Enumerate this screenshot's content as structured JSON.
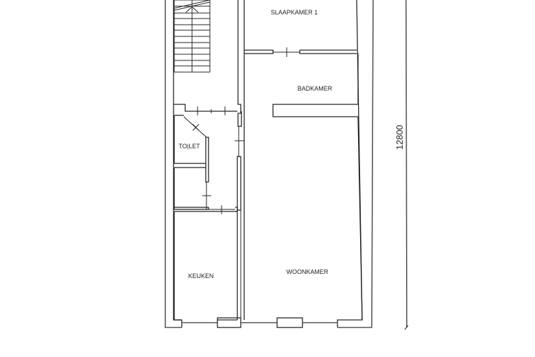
{
  "rooms": {
    "slaapkamer": "SLAAPKAMER 1",
    "badkamer": "BADKAMER",
    "toilet": "TO|LET",
    "keuken": "KEUKEN",
    "woonkamer": "WOONKAMER"
  },
  "dimension": {
    "height_label": "12800"
  },
  "colors": {
    "wall": "#222222",
    "outer_wall": "#555555",
    "background": "#ffffff"
  }
}
